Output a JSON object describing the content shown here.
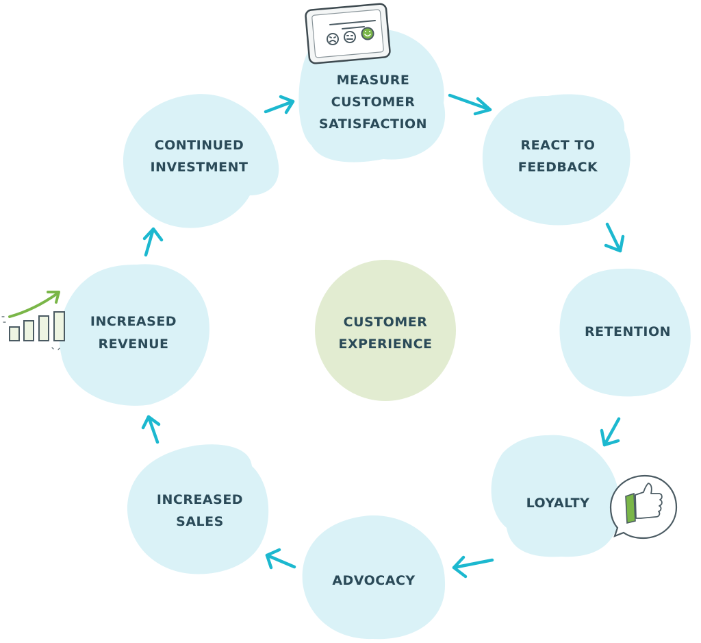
{
  "diagram": {
    "center": {
      "line1": "CUSTOMER",
      "line2": "EXPERIENCE"
    },
    "nodes": [
      {
        "line1": "MEASURE",
        "line2": "CUSTOMER",
        "line3": "SATISFACTION"
      },
      {
        "line1": "REACT TO",
        "line2": "FEEDBACK"
      },
      {
        "line1": "RETENTION"
      },
      {
        "line1": "LOYALTY"
      },
      {
        "line1": "ADVOCACY"
      },
      {
        "line1": "INCREASED",
        "line2": "SALES"
      },
      {
        "line1": "INCREASED",
        "line2": "REVENUE"
      },
      {
        "line1": "CONTINUED",
        "line2": "INVESTMENT"
      }
    ]
  },
  "colors": {
    "bubble": "#daf2f7",
    "center_bubble": "#e2ecd1",
    "arrow": "#1cb8cf",
    "text": "#2a4a58",
    "accent_green": "#7ab648"
  },
  "icons": {
    "tablet": "satisfaction-tablet-icon",
    "chart": "growth-chart-icon",
    "thumbs": "thumbs-up-icon"
  }
}
